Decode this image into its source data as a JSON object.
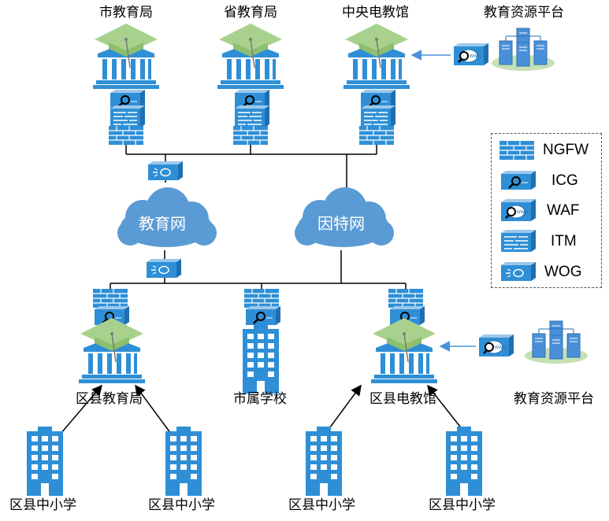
{
  "nodes": {
    "city_bureau": "市教育局",
    "province_bureau": "省教育局",
    "central_edu_center": "中央电教馆",
    "resource_platform_top": "教育资源平台",
    "edu_network": "教育网",
    "internet": "因特网",
    "district_bureau": "区县教育局",
    "city_school": "市属学校",
    "district_edu_center": "区县电教馆",
    "resource_platform_bottom": "教育资源平台",
    "school_1": "区县中小学",
    "school_2": "区县中小学",
    "school_3": "区县中小学",
    "school_4": "区县中小学"
  },
  "legend": {
    "items": [
      {
        "icon": "ngfw-icon",
        "label": "NGFW"
      },
      {
        "icon": "icg-icon",
        "label": "ICG"
      },
      {
        "icon": "waf-icon",
        "label": "WAF"
      },
      {
        "icon": "itm-icon",
        "label": "ITM"
      },
      {
        "icon": "wog-icon",
        "label": "WOG"
      }
    ]
  },
  "colors": {
    "icon_blue": "#2E8FD6",
    "icon_dark": "#1F6FB0",
    "cloud_blue": "#5B9BD5",
    "cap_green": "#A9D18E",
    "platform_green": "#C5E0B4"
  }
}
